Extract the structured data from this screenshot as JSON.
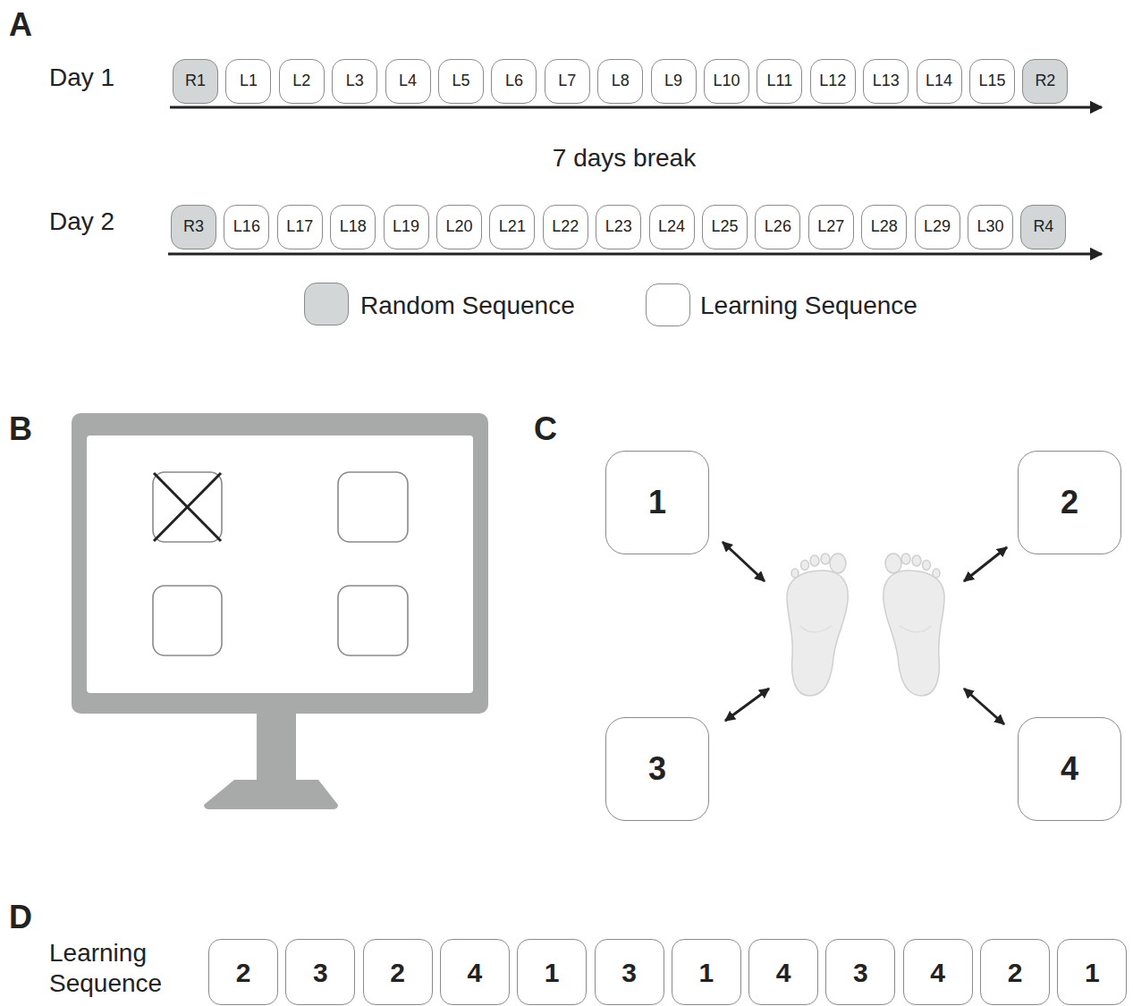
{
  "diagram": {
    "nodes": [
      {
        "text": [
          "R1"
        ]
      },
      {
        "text": [
          "L1"
        ]
      },
      {
        "text": [
          "L2"
        ]
      },
      {
        "text": [
          "L3"
        ]
      },
      {
        "text": [
          "L4"
        ]
      },
      {
        "text": [
          "L5"
        ]
      },
      {
        "text": [
          "L6"
        ]
      },
      {
        "text": [
          "L7"
        ]
      },
      {
        "text": [
          "L8"
        ]
      },
      {
        "text": [
          "L9"
        ]
      },
      {
        "text": [
          "L10"
        ]
      },
      {
        "text": [
          "L11"
        ]
      },
      {
        "text": [
          "L12"
        ]
      },
      {
        "text": [
          "L13"
        ]
      },
      {
        "text": [
          "L14"
        ]
      },
      {
        "text": [
          "L15"
        ]
      },
      {
        "text": [
          "R2"
        ]
      },
      {
        "text": [
          "R3"
        ]
      },
      {
        "text": [
          "L16"
        ]
      },
      {
        "text": [
          "L17"
        ]
      },
      {
        "text": [
          "L18"
        ]
      },
      {
        "text": [
          "L19"
        ]
      },
      {
        "text": [
          "L20"
        ]
      },
      {
        "text": [
          "L21"
        ]
      },
      {
        "text": [
          "L22"
        ]
      },
      {
        "text": [
          "L23"
        ]
      },
      {
        "text": [
          "L24"
        ]
      },
      {
        "text": [
          "L25"
        ]
      },
      {
        "text": [
          "L26"
        ]
      },
      {
        "text": [
          "L27"
        ]
      },
      {
        "text": [
          "L28"
        ]
      },
      {
        "text": [
          "L29"
        ]
      },
      {
        "text": [
          "L30"
        ]
      },
      {
        "text": [
          "R4"
        ]
      },
      {
        "text": [
          "1"
        ]
      },
      {
        "text": [
          "2"
        ]
      },
      {
        "text": [
          "3"
        ]
      },
      {
        "text": [
          "4"
        ]
      },
      {
        "text": [
          "2"
        ]
      },
      {
        "text": [
          "3"
        ]
      },
      {
        "text": [
          "2"
        ]
      },
      {
        "text": [
          "4"
        ]
      },
      {
        "text": [
          "1"
        ]
      },
      {
        "text": [
          "3"
        ]
      },
      {
        "text": [
          "1"
        ]
      },
      {
        "text": [
          "4"
        ]
      },
      {
        "text": [
          "3"
        ]
      },
      {
        "text": [
          "4"
        ]
      },
      {
        "text": [
          "2"
        ]
      },
      {
        "text": [
          "1"
        ]
      }
    ],
    "labels": [
      "A",
      "Day 1",
      "7 days break",
      "Day 2",
      "B",
      "C",
      "D",
      "Learning Sequence"
    ],
    "legend": [
      {
        "text": "Random Sequence",
        "color": "#d2d6d7"
      },
      {
        "text": "Learning Sequence",
        "color": "#ffffff"
      }
    ]
  }
}
